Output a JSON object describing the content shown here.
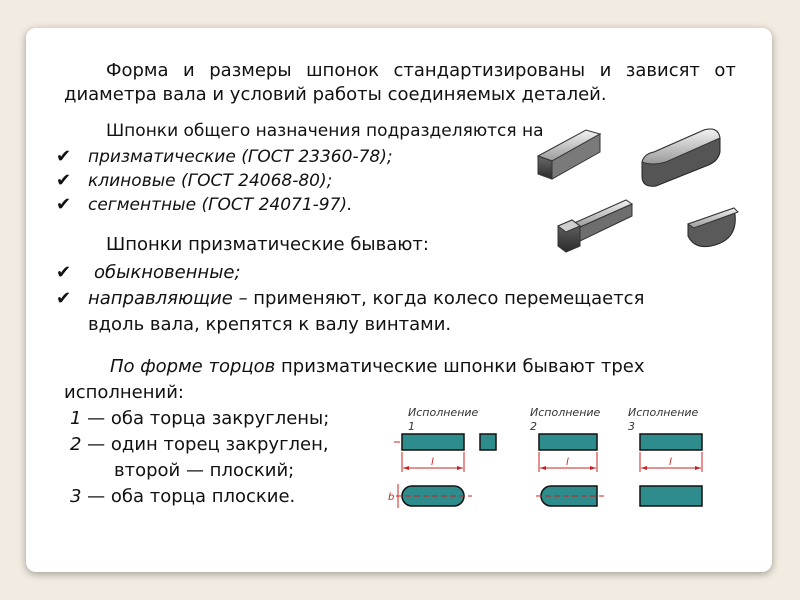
{
  "intro": {
    "line1_words": [
      "Форма",
      "и",
      "размеры",
      "шпонок",
      "стандартизированы",
      "и",
      "зависят",
      "от"
    ],
    "line2": "диаметра вала и условий работы соединяемых деталей."
  },
  "general": {
    "heading": "Шпонки общего назначения подразделяются на",
    "items": [
      "призматические (ГОСТ 23360-78);",
      "клиновые (ГОСТ 24068-80);",
      "сегментные (ГОСТ 24071-97)."
    ]
  },
  "prismatic": {
    "heading": "Шпонки призматические бывают:",
    "item1": "обыкновенные;",
    "item2_em": "направляющие",
    "item2_rest": " – применяют, когда колесо перемещается",
    "item2_line2": "вдоль вала, крепятся к валу винтами."
  },
  "ends": {
    "line1_em": "По форме торцов",
    "line1_rest": " призматические шпонки бывают трех",
    "line2": "исполнений:",
    "e1_num": "1",
    "e1_text": " — оба торца закруглены;",
    "e2_num": "2",
    "e2_text": " — один торец закруглен,",
    "e2_cont": "второй — плоский;",
    "e3_num": "3",
    "e3_text": " — оба торца плоские."
  },
  "diagram": {
    "label1_a": "Исполнение",
    "label1_b": "1",
    "label2_a": "Исполнение",
    "label2_b": "2",
    "label3_a": "Исполнение",
    "label3_b": "3",
    "dim_l": "l",
    "dim_b": "b",
    "fill": "#2f8c8c",
    "dim_color": "#cc2020"
  },
  "icons": {
    "check": "✔"
  }
}
